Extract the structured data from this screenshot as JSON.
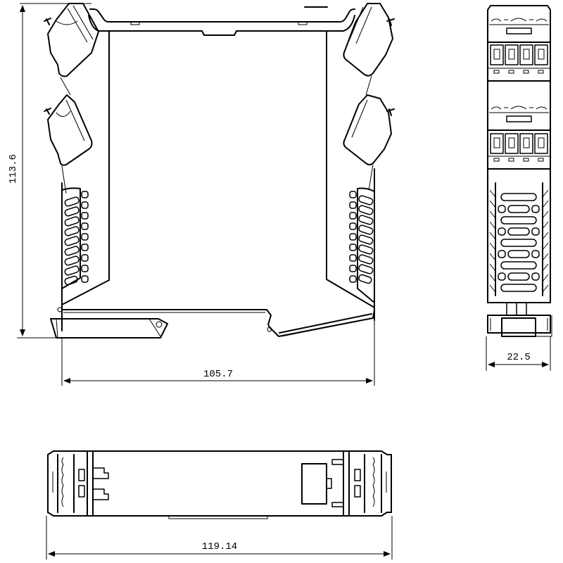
{
  "drawing": {
    "type": "mechanical dimension drawing",
    "views": [
      {
        "name": "front-view",
        "description": "side profile of DIN-rail module housing with terminal blocks"
      },
      {
        "name": "side-view",
        "description": "narrow end view showing terminal screws and vent slots"
      },
      {
        "name": "bottom-view",
        "description": "top/bottom plan view of housing"
      }
    ],
    "line_color": "#000000",
    "background": "#ffffff"
  },
  "dimensions": {
    "height": "113.6",
    "depth": "105.7",
    "width": "22.5",
    "length": "119.14"
  }
}
